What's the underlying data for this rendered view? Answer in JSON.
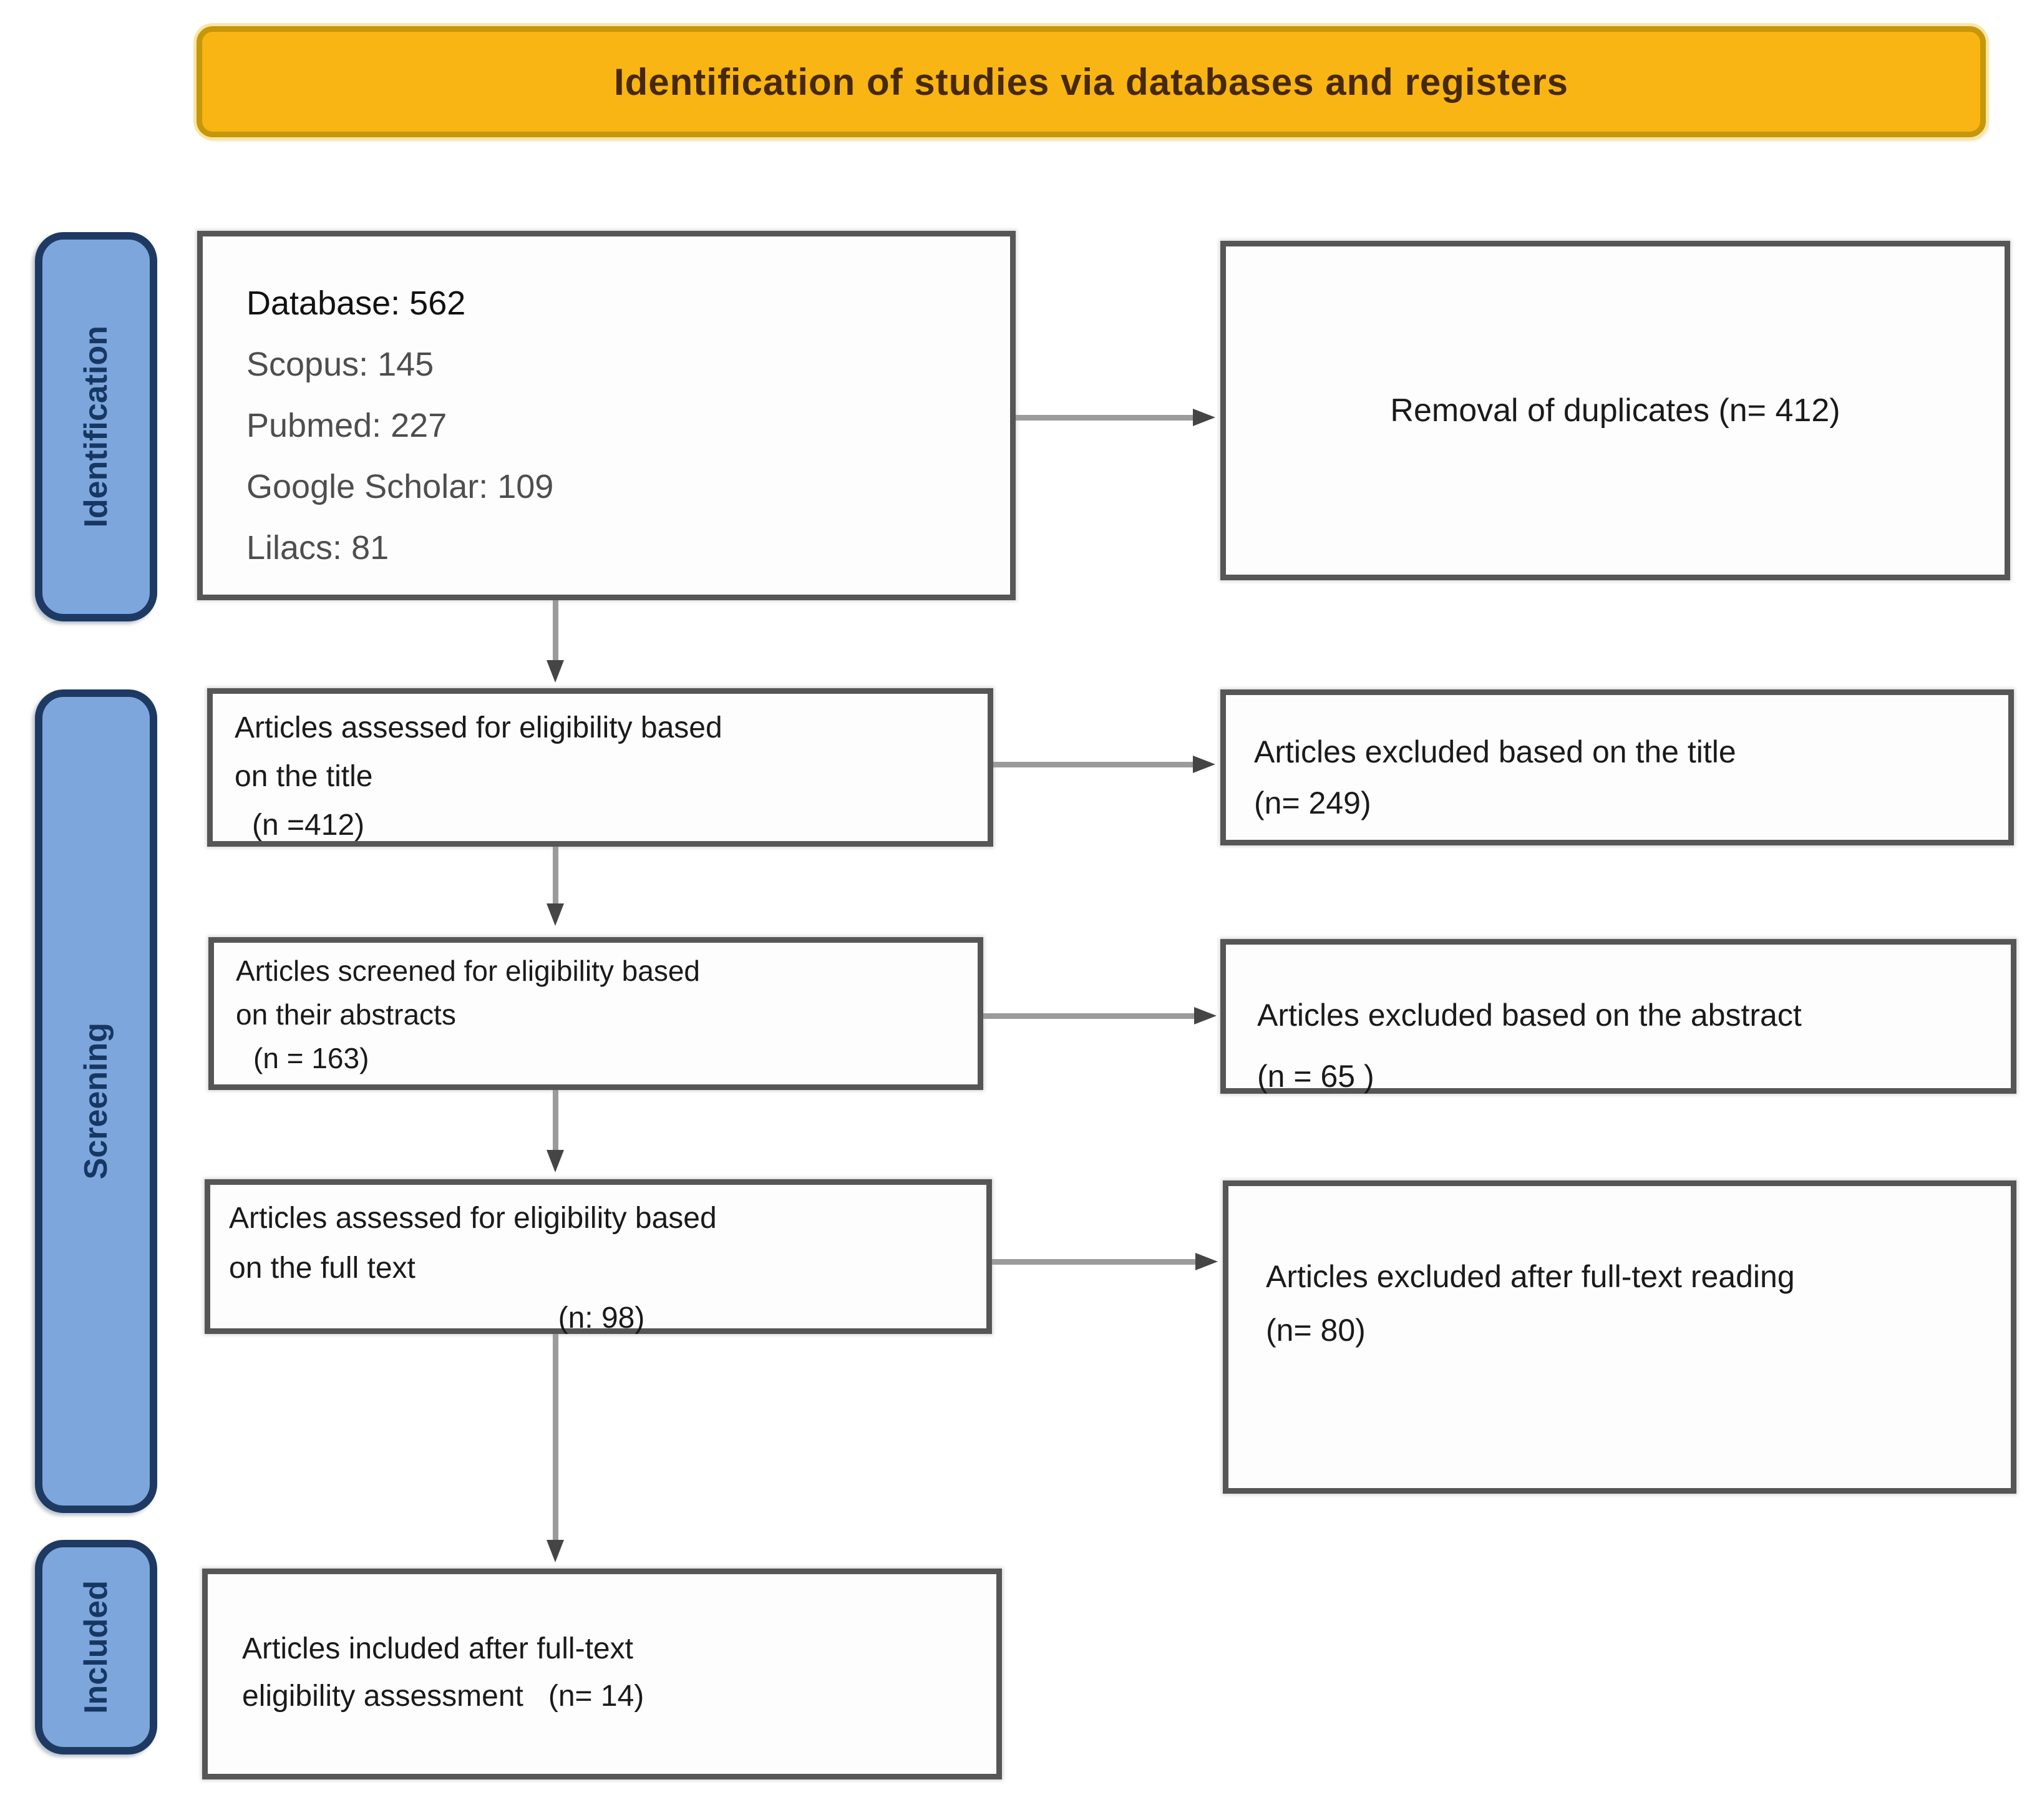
{
  "banner": {
    "title": "Identification of studies via databases and registers"
  },
  "stages": [
    {
      "label": "Identification"
    },
    {
      "label": "Screening"
    },
    {
      "label": "Included"
    }
  ],
  "boxes": {
    "databases": {
      "lines": [
        "Database: 562",
        "Scopus: 145",
        "Pubmed: 227",
        "Google Scholar: 109",
        "Lilacs: 81"
      ]
    },
    "duplicates_removed": {
      "text": "Removal of duplicates (n= 412)"
    },
    "title_screen": {
      "lines": [
        "Articles assessed for eligibility based",
        "on the title",
        "(n =412)"
      ]
    },
    "title_excluded": {
      "lines": [
        "Articles excluded based on the title",
        "(n= 249)"
      ]
    },
    "abstract_screen": {
      "lines": [
        "Articles screened for eligibility based",
        "on their abstracts",
        "(n = 163)"
      ]
    },
    "abstract_excluded": {
      "lines": [
        "Articles excluded based on the abstract",
        "(n = 65 )"
      ]
    },
    "fulltext_screen": {
      "lines": [
        "Articles assessed for eligibility based",
        "on the full text",
        "(n: 98)"
      ]
    },
    "fulltext_excluded": {
      "lines": [
        "Articles excluded after full-text reading",
        "(n= 80)"
      ]
    },
    "included_final": {
      "lines": [
        "Articles included after full-text",
        "eligibility assessment   (n= 14)"
      ]
    }
  },
  "colors": {
    "page_bg": "#FFFFFF",
    "banner_fill": "#F8B513",
    "banner_border": "#C6960B",
    "banner_text": "#46290A",
    "stage_fill": "#7DA7DC",
    "stage_border": "#1E3A63",
    "stage_text": "#173763",
    "box_bg": "#FDFDFD",
    "box_border": "#565656",
    "text": "#1A1A1A",
    "subtext": "#4E4E4E",
    "arrow_line": "#9B9B9B",
    "arrow_head": "#454545"
  }
}
